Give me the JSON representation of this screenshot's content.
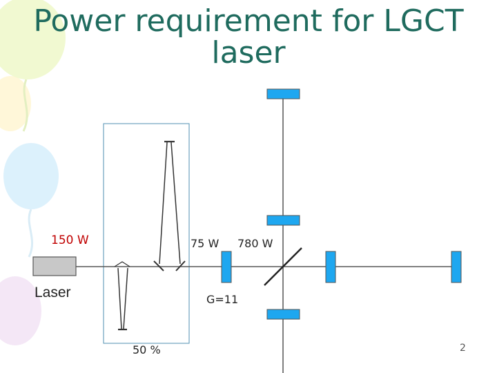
{
  "slide": {
    "title_line1": "Power requirement for LGCT",
    "title_line2": "laser",
    "page_number": "2"
  },
  "diagram": {
    "laser_power_label": "150 W",
    "laser_label": "Laser",
    "cavity_power_label": "75 W",
    "recycled_power_label": "780 W",
    "gain_label": "G=11",
    "efficiency_label": "50 %"
  },
  "colors": {
    "title": "#1f6b5e",
    "mirror": "#1ea7f0",
    "laser_box": "#c8c8c8",
    "cavity_box": "#4f8fb0",
    "power_label": "#c00000"
  }
}
